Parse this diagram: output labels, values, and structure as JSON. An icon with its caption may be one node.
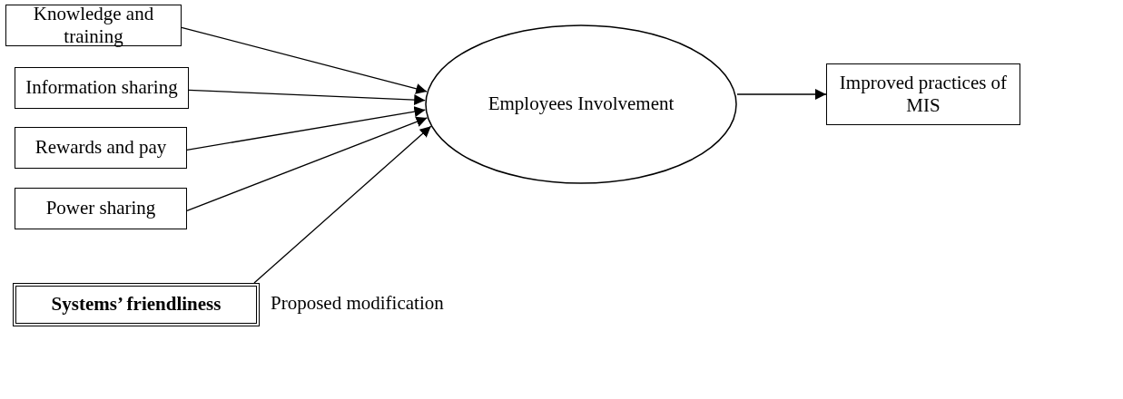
{
  "diagram": {
    "nodes": [
      {
        "text": [
          "Knowledge and training"
        ]
      },
      {
        "text": [
          "Information sharing"
        ]
      },
      {
        "text": [
          "Rewards and pay"
        ]
      },
      {
        "text": [
          "Power sharing"
        ]
      },
      {
        "text": [
          "Systems’ friendliness"
        ],
        "beside": [
          "Proposed modification"
        ]
      },
      {
        "text": [
          "Employees Involvement"
        ]
      },
      {
        "text": [
          "Improved practices of MIS"
        ]
      }
    ],
    "edges": [
      {
        "from": 0,
        "to": 5,
        "arrow": "to"
      },
      {
        "from": 1,
        "to": 5,
        "arrow": "to"
      },
      {
        "from": 2,
        "to": 5,
        "arrow": "to"
      },
      {
        "from": 3,
        "to": 5,
        "arrow": "to"
      },
      {
        "from": 4,
        "to": 5,
        "arrow": "to"
      },
      {
        "from": 5,
        "to": 6,
        "arrow": "to"
      }
    ]
  }
}
